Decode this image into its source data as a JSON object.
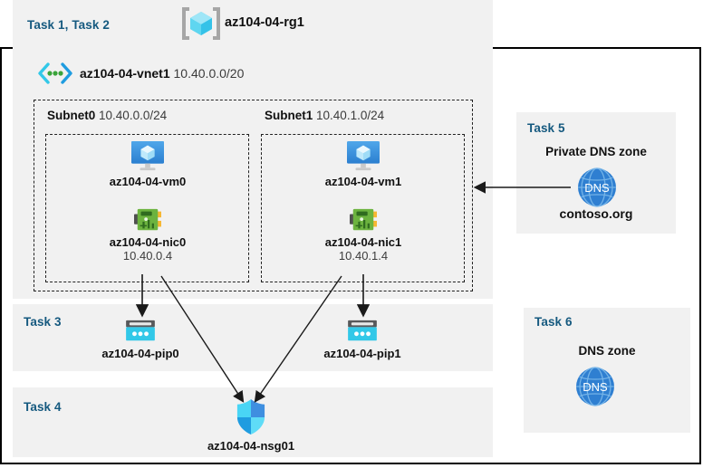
{
  "diagram": {
    "title_region": {
      "task_label": "Task 1, Task 2",
      "resource_group_name": "az104-04-rg1",
      "resource_group_icon": "resource-group-icon"
    },
    "vnet": {
      "name": "az104-04-vnet1",
      "cidr": "10.40.0.0/20",
      "icon": "virtual-network-icon"
    },
    "subnets": [
      {
        "name": "Subnet0",
        "cidr": "10.40.0.0/24",
        "vm": {
          "name": "az104-04-vm0",
          "icon": "virtual-machine-icon"
        },
        "nic": {
          "name": "az104-04-nic0",
          "ip": "10.40.0.4",
          "icon": "network-interface-icon"
        }
      },
      {
        "name": "Subnet1",
        "cidr": "10.40.1.0/24",
        "vm": {
          "name": "az104-04-vm1",
          "icon": "virtual-machine-icon"
        },
        "nic": {
          "name": "az104-04-nic1",
          "ip": "10.40.1.4",
          "icon": "network-interface-icon"
        }
      }
    ],
    "task3": {
      "label": "Task 3",
      "public_ips": [
        {
          "name": "az104-04-pip0",
          "icon": "public-ip-address-icon"
        },
        {
          "name": "az104-04-pip1",
          "icon": "public-ip-address-icon"
        }
      ]
    },
    "task4": {
      "label": "Task 4",
      "nsg": {
        "name": "az104-04-nsg01",
        "icon": "network-security-group-shield-icon"
      }
    },
    "task5": {
      "label": "Task 5",
      "heading": "Private DNS zone",
      "zone_name": "contoso.org",
      "icon": "dns-zone-globe-icon",
      "icon_text": "DNS"
    },
    "task6": {
      "label": "Task 6",
      "heading": "DNS zone",
      "icon": "dns-zone-globe-icon",
      "icon_text": "DNS"
    },
    "colors": {
      "task_label_blue": "#15597f",
      "panel_grey": "#f1f1f1",
      "azure_blue": "#0078d4",
      "cyan": "#32c8e8",
      "nic_green": "#6cb33f",
      "dns_blue": "#2f7fd1",
      "frame_black": "#000000"
    }
  }
}
